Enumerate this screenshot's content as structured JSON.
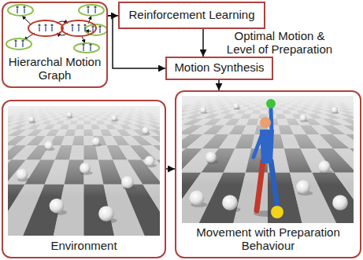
{
  "diagram": {
    "nodes": [
      {
        "text": [
          "Hierarchal Motion Graph"
        ]
      },
      {
        "text": [
          "Reinforcement Learning"
        ]
      },
      {
        "text": [
          "Motion Synthesis"
        ]
      },
      {
        "text": [
          "Environment"
        ]
      },
      {
        "text": [
          "Movement with Preparation Behaviour"
        ]
      }
    ],
    "edges": [
      {
        "from": 0,
        "to": 1,
        "arrow": "to"
      },
      {
        "from": 0,
        "to": 2,
        "arrow": "to"
      },
      {
        "from": 1,
        "to": 2,
        "arrow": "to",
        "label": "Optimal Motion & Level of Preparation"
      },
      {
        "from": 2,
        "to": 4,
        "arrow": "to"
      },
      {
        "from": 3,
        "to": 4,
        "arrow": "to"
      }
    ]
  }
}
